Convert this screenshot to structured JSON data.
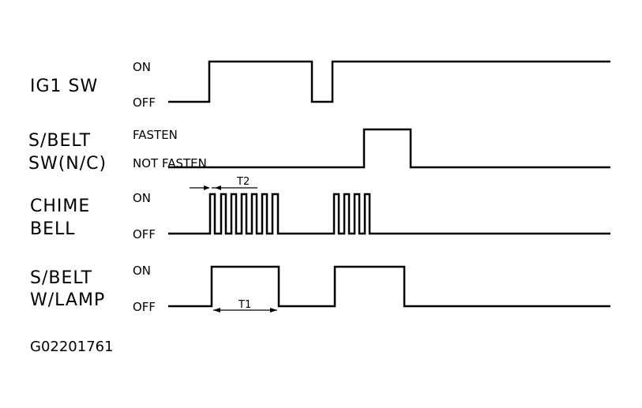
{
  "signals": [
    {
      "id": "ig1",
      "label_lines": [
        "IG1 SW"
      ],
      "high_label": "ON",
      "low_label": "OFF"
    },
    {
      "id": "belt_sw",
      "label_lines": [
        "S/BELT",
        "SW(N/C)"
      ],
      "high_label": "FASTEN",
      "low_label": "NOT FASTEN"
    },
    {
      "id": "chime",
      "label_lines": [
        "CHIME",
        "BELL"
      ],
      "high_label": "ON",
      "low_label": "OFF"
    },
    {
      "id": "lamp",
      "label_lines": [
        "S/BELT",
        "W/LAMP"
      ],
      "high_label": "ON",
      "low_label": "OFF"
    }
  ],
  "timing_labels": {
    "t1": "T1",
    "t2": "T2"
  },
  "figure_id": "G02201761"
}
